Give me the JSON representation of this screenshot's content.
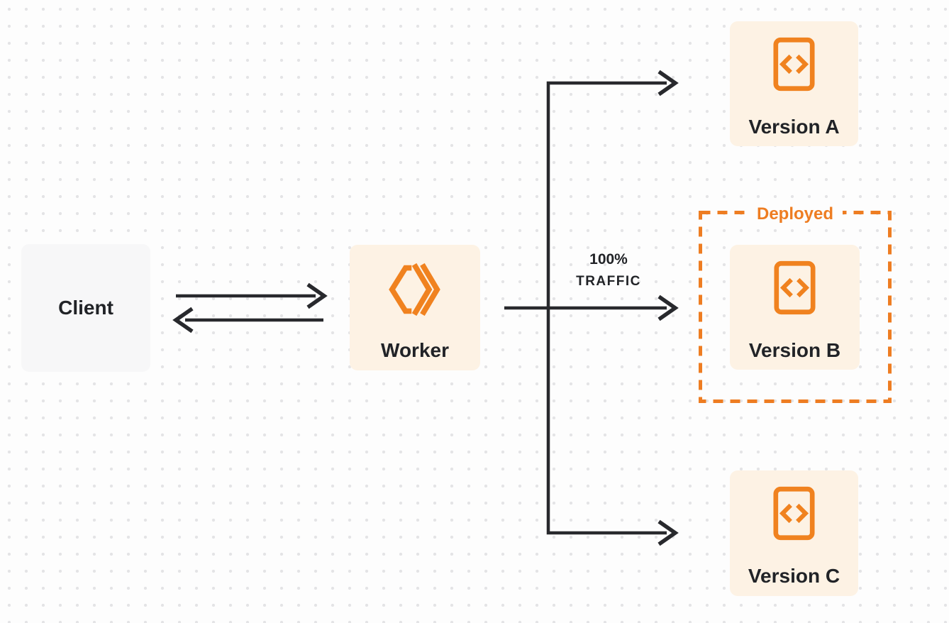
{
  "nodes": {
    "client": {
      "label": "Client"
    },
    "worker": {
      "label": "Worker",
      "icon": "cloudflare-workers-icon"
    },
    "version_a": {
      "label": "Version A",
      "icon": "code-file-icon"
    },
    "version_b": {
      "label": "Version B",
      "icon": "code-file-icon",
      "status": "Deployed"
    },
    "version_c": {
      "label": "Version C",
      "icon": "code-file-icon"
    }
  },
  "edges": {
    "client_worker": {
      "direction": "bidirectional"
    },
    "worker_to_version_b": {
      "label_line1": "100%",
      "label_line2": "TRAFFIC"
    },
    "worker_to_version_a": {},
    "worker_to_version_c": {}
  },
  "colors": {
    "accent_orange": "#f0821f",
    "deployed_orange": "#ee7d22",
    "node_cream": "#fdf2e4",
    "node_gray": "#f7f7f8",
    "arrow_dark": "#28292d",
    "text_dark": "#212327",
    "background": "#fdfdfd",
    "dot_grid": "#e4e4e6"
  }
}
